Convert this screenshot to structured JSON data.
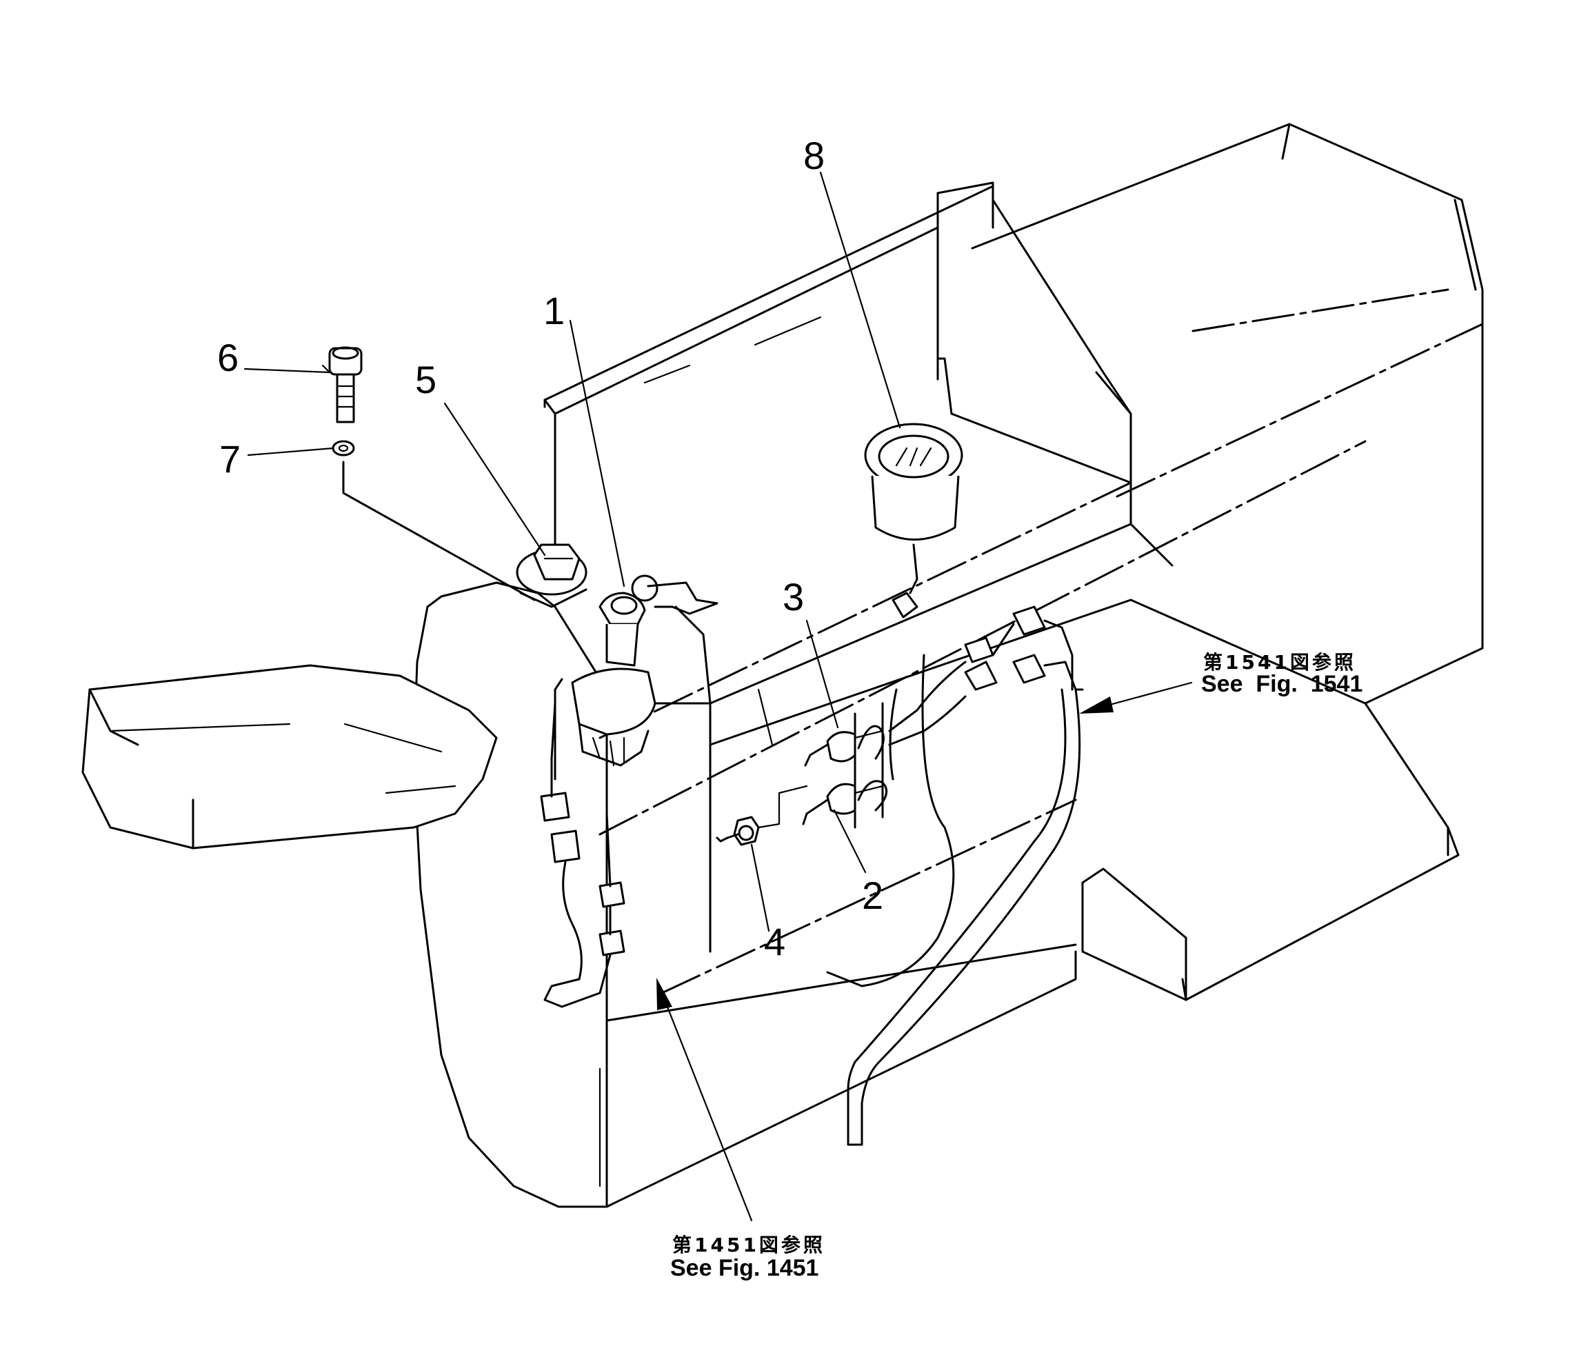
{
  "callouts": [
    {
      "id": "1",
      "label": "1"
    },
    {
      "id": "2",
      "label": "2"
    },
    {
      "id": "3",
      "label": "3"
    },
    {
      "id": "4",
      "label": "4"
    },
    {
      "id": "5",
      "label": "5"
    },
    {
      "id": "6",
      "label": "6"
    },
    {
      "id": "7",
      "label": "7"
    },
    {
      "id": "8",
      "label": "8"
    }
  ],
  "references": [
    {
      "id": "fig1541",
      "jp": "第1541図参照",
      "en": "See  Fig.  1541"
    },
    {
      "id": "fig1451",
      "jp": "第1451図参照",
      "en": "See Fig. 1451"
    }
  ]
}
